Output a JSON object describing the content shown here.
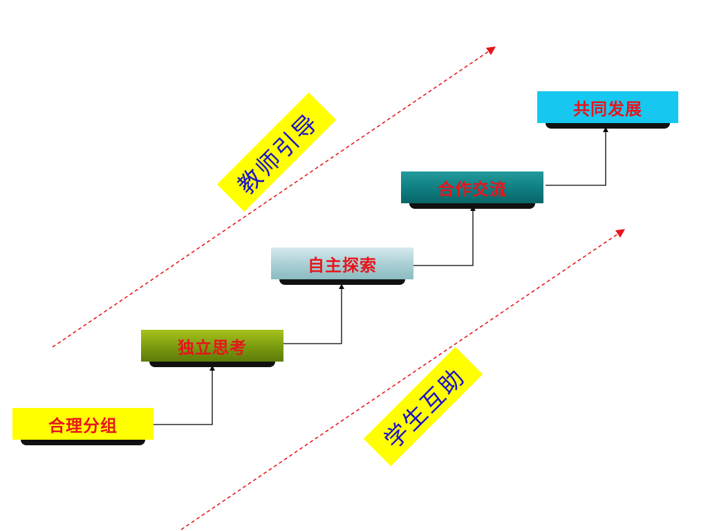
{
  "steps": [
    {
      "label": "合理分组"
    },
    {
      "label": "独立思考"
    },
    {
      "label": "自主探索"
    },
    {
      "label": "合作交流"
    },
    {
      "label": "共同发展"
    }
  ],
  "banners": {
    "teacher": "教师引导",
    "student": "学生互助"
  },
  "colors": {
    "step_text": "#e8141c",
    "banner_text": "#1a14c8",
    "banner_bg": "#ffff00",
    "dashed_arrow": "#e8141c",
    "connector": "#000000"
  }
}
